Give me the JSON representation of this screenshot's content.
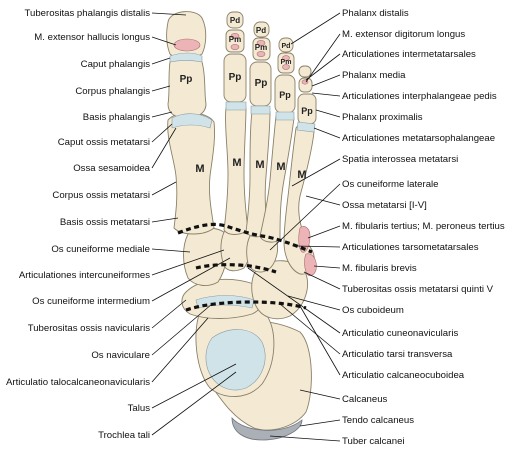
{
  "diagram": {
    "labels_left": [
      "Tuberositas phalangis distalis",
      "M. extensor hallucis longus",
      "Caput phalangis",
      "Corpus phalangis",
      "Basis phalangis",
      "Caput ossis metatarsi",
      "Ossa sesamoidea",
      "Corpus ossis metatarsi",
      "Basis ossis metatarsi",
      "Os cuneiforme mediale",
      "Articulationes intercuneiformes",
      "Os cuneiforme intermedium",
      "Tuberositas ossis navicularis",
      "Os naviculare",
      "Articulatio talocalcaneonavicularis",
      "Talus",
      "Trochlea tali"
    ],
    "labels_right": [
      "Phalanx distalis",
      "M. extensor digitorum longus",
      "Articulationes intermetatarsales",
      "Phalanx media",
      "Articulationes interphalangeae pedis",
      "Phalanx proximalis",
      "Articulationes metatarsophalangeae",
      "Spatia interossea metatarsi",
      "Os cuneiforme laterale",
      "Ossa metatarsi [I-V]",
      "M. fibularis tertius; M. peroneus tertius",
      "Articulationes tarsometatarsales",
      "M. fibularis brevis",
      "Tuberositas ossis metatarsi quinti V",
      "Os cuboideum",
      "Articulatio cuneonavicularis",
      "Articulatio tarsi transversa",
      "Articulatio calcaneocuboidea",
      "Calcaneus",
      "Tendo calcaneus",
      "Tuber calcanei"
    ],
    "bone_letters": {
      "pd": "Pd",
      "pm": "Pm",
      "pp": "Pp",
      "m": "M"
    },
    "colors": {
      "bone": "#f4ead3",
      "bone_outline": "#8a8068",
      "cartilage": "#cfe3e8",
      "tendon_pink": "#ecb4b6",
      "tendon_grey": "#9aa0a6",
      "joint_line": "#111111"
    }
  }
}
